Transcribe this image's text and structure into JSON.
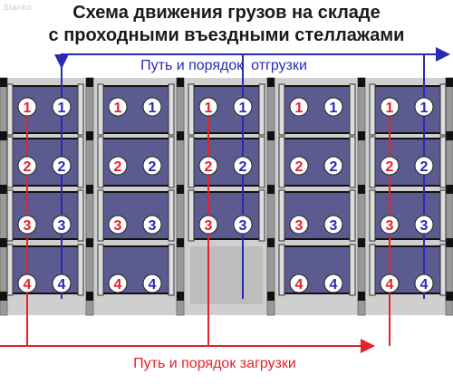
{
  "title": {
    "line1": "Схема движения грузов на складе",
    "line2": "с проходными въездными стеллажами"
  },
  "watermark": "Stanko",
  "labels": {
    "shipping": "Путь и порядок  отгрузки",
    "loading": "Путь и порядок загрузки"
  },
  "colors": {
    "cell_fill": "#5b5b8f",
    "frame": "#111111",
    "post": "#999999",
    "aisle": "#cfcfcf",
    "loading_color": "#e8202a",
    "shipping_color": "#2a2ab5",
    "empty_bay": "#bdbdbd"
  },
  "rack": {
    "levels": [
      "1",
      "2",
      "3",
      "4"
    ],
    "columns": [
      {
        "left_color": "red",
        "right_color": "blue",
        "levels": [
          "1",
          "2",
          "3",
          "4"
        ]
      },
      {
        "left_color": "red",
        "right_color": "blue",
        "levels": [
          "1",
          "2",
          "3",
          "4"
        ]
      },
      {
        "left_color": "red",
        "right_color": "blue",
        "levels": [
          "1",
          "2",
          "3"
        ]
      },
      {
        "left_color": "red",
        "right_color": "blue",
        "levels": [
          "1",
          "2",
          "3",
          "4"
        ]
      },
      {
        "left_color": "red",
        "right_color": "blue",
        "levels": [
          "1",
          "2",
          "3",
          "4"
        ]
      }
    ],
    "loading_arrow_columns": [
      1,
      3,
      5
    ],
    "shipping_arrow_columns": [
      1,
      3,
      5
    ]
  }
}
